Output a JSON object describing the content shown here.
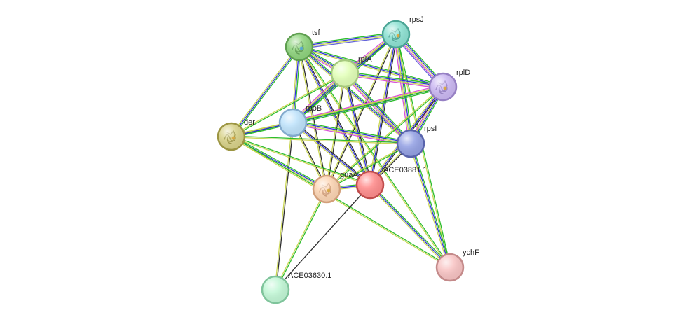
{
  "network": {
    "nodes": [
      {
        "id": "tsf",
        "label": "tsf",
        "fill": "#8fd47e",
        "stroke": "#5e9e4f",
        "has_structure": true
      },
      {
        "id": "rpsJ",
        "label": "rpsJ",
        "fill": "#8ee2d3",
        "stroke": "#4aa595",
        "has_structure": true
      },
      {
        "id": "rplA",
        "label": "rplA",
        "fill": "#e2ffb8",
        "stroke": "#a6c97e",
        "has_structure": false
      },
      {
        "id": "rplD",
        "label": "rplD",
        "fill": "#cbb8f2",
        "stroke": "#9680c4",
        "has_structure": true
      },
      {
        "id": "rpoB",
        "label": "rpoB",
        "fill": "#bfe3fb",
        "stroke": "#82aacd",
        "has_structure": false
      },
      {
        "id": "der",
        "label": "der",
        "fill": "#d8d28a",
        "stroke": "#9c9542",
        "has_structure": true
      },
      {
        "id": "rpsI",
        "label": "rpsI",
        "fill": "#95a2e4",
        "stroke": "#5964ac",
        "has_structure": false
      },
      {
        "id": "guaA",
        "label": "guaA",
        "fill": "#fcd5b4",
        "stroke": "#d39f7a",
        "has_structure": true
      },
      {
        "id": "ACE03881",
        "label": "ACE03881.1",
        "fill": "#ff8d8d",
        "stroke": "#c04c4c",
        "has_structure": false
      },
      {
        "id": "ychF",
        "label": "ychF",
        "fill": "#f8c4c4",
        "stroke": "#c48a8a",
        "has_structure": false
      },
      {
        "id": "ACE03630",
        "label": "ACE03630.1",
        "fill": "#c2f7d6",
        "stroke": "#7fc49b",
        "has_structure": false
      }
    ],
    "evidence_colors": {
      "textmining": "#c7d44b",
      "coexpression": "#222222",
      "database": "#2828d8",
      "experiments": "#d649d6",
      "neighborhood": "#22b922",
      "fusion": "#3c8c8c",
      "cooccurrence": "#5c5cd8"
    },
    "edges": [
      {
        "a": "tsf",
        "b": "rpsJ",
        "ev": [
          "neighborhood",
          "database",
          "textmining",
          "cooccurrence"
        ]
      },
      {
        "a": "tsf",
        "b": "rplA",
        "ev": [
          "neighborhood",
          "database",
          "textmining",
          "experiments"
        ]
      },
      {
        "a": "tsf",
        "b": "rplD",
        "ev": [
          "neighborhood",
          "database",
          "textmining"
        ]
      },
      {
        "a": "tsf",
        "b": "rpoB",
        "ev": [
          "neighborhood",
          "database",
          "textmining"
        ]
      },
      {
        "a": "tsf",
        "b": "der",
        "ev": [
          "neighborhood",
          "database",
          "textmining"
        ]
      },
      {
        "a": "tsf",
        "b": "rpsI",
        "ev": [
          "neighborhood",
          "database",
          "textmining"
        ]
      },
      {
        "a": "tsf",
        "b": "guaA",
        "ev": [
          "coexpression",
          "textmining"
        ]
      },
      {
        "a": "tsf",
        "b": "ACE03881",
        "ev": [
          "coexpression",
          "database",
          "textmining"
        ]
      },
      {
        "a": "tsf",
        "b": "ychF",
        "ev": [
          "neighborhood",
          "textmining"
        ]
      },
      {
        "a": "rpsJ",
        "b": "rplA",
        "ev": [
          "neighborhood",
          "database",
          "textmining",
          "experiments"
        ]
      },
      {
        "a": "rpsJ",
        "b": "rplD",
        "ev": [
          "neighborhood",
          "database",
          "textmining",
          "experiments",
          "cooccurrence"
        ]
      },
      {
        "a": "rpsJ",
        "b": "rpoB",
        "ev": [
          "neighborhood",
          "database",
          "textmining"
        ]
      },
      {
        "a": "rpsJ",
        "b": "rpsI",
        "ev": [
          "neighborhood",
          "database",
          "textmining",
          "experiments"
        ]
      },
      {
        "a": "rpsJ",
        "b": "guaA",
        "ev": [
          "coexpression",
          "textmining"
        ]
      },
      {
        "a": "rpsJ",
        "b": "ACE03881",
        "ev": [
          "coexpression",
          "database",
          "textmining"
        ]
      },
      {
        "a": "rpsJ",
        "b": "ychF",
        "ev": [
          "neighborhood",
          "textmining"
        ]
      },
      {
        "a": "rplA",
        "b": "rplD",
        "ev": [
          "neighborhood",
          "database",
          "textmining",
          "experiments"
        ]
      },
      {
        "a": "rplA",
        "b": "rpoB",
        "ev": [
          "neighborhood",
          "database",
          "textmining",
          "experiments"
        ]
      },
      {
        "a": "rplA",
        "b": "der",
        "ev": [
          "neighborhood",
          "textmining"
        ]
      },
      {
        "a": "rplA",
        "b": "rpsI",
        "ev": [
          "neighborhood",
          "database",
          "textmining",
          "experiments"
        ]
      },
      {
        "a": "rplA",
        "b": "guaA",
        "ev": [
          "coexpression",
          "textmining"
        ]
      },
      {
        "a": "rplA",
        "b": "ACE03881",
        "ev": [
          "coexpression",
          "database",
          "textmining"
        ]
      },
      {
        "a": "rplD",
        "b": "rpoB",
        "ev": [
          "neighborhood",
          "database",
          "textmining",
          "experiments"
        ]
      },
      {
        "a": "rplD",
        "b": "der",
        "ev": [
          "neighborhood",
          "textmining"
        ]
      },
      {
        "a": "rplD",
        "b": "rpsI",
        "ev": [
          "neighborhood",
          "database",
          "textmining",
          "experiments"
        ]
      },
      {
        "a": "rplD",
        "b": "guaA",
        "ev": [
          "neighborhood",
          "textmining"
        ]
      },
      {
        "a": "rplD",
        "b": "ACE03881",
        "ev": [
          "coexpression",
          "database",
          "textmining"
        ]
      },
      {
        "a": "rpoB",
        "b": "der",
        "ev": [
          "neighborhood",
          "database",
          "textmining"
        ]
      },
      {
        "a": "rpoB",
        "b": "rpsI",
        "ev": [
          "neighborhood",
          "database",
          "textmining",
          "experiments"
        ]
      },
      {
        "a": "rpoB",
        "b": "guaA",
        "ev": [
          "coexpression",
          "textmining"
        ]
      },
      {
        "a": "rpoB",
        "b": "ACE03881",
        "ev": [
          "coexpression",
          "database",
          "textmining"
        ]
      },
      {
        "a": "rpoB",
        "b": "ACE03630",
        "ev": [
          "coexpression",
          "textmining"
        ]
      },
      {
        "a": "der",
        "b": "rpsI",
        "ev": [
          "neighborhood",
          "textmining"
        ]
      },
      {
        "a": "der",
        "b": "guaA",
        "ev": [
          "neighborhood",
          "database",
          "textmining"
        ]
      },
      {
        "a": "der",
        "b": "ACE03881",
        "ev": [
          "neighborhood",
          "textmining"
        ]
      },
      {
        "a": "der",
        "b": "ychF",
        "ev": [
          "neighborhood",
          "textmining"
        ]
      },
      {
        "a": "rpsI",
        "b": "guaA",
        "ev": [
          "neighborhood",
          "textmining"
        ]
      },
      {
        "a": "rpsI",
        "b": "ACE03881",
        "ev": [
          "coexpression",
          "textmining"
        ]
      },
      {
        "a": "rpsI",
        "b": "ychF",
        "ev": [
          "neighborhood",
          "database",
          "textmining"
        ]
      },
      {
        "a": "guaA",
        "b": "ACE03881",
        "ev": [
          "neighborhood",
          "database",
          "textmining"
        ]
      },
      {
        "a": "guaA",
        "b": "ACE03630",
        "ev": [
          "neighborhood",
          "textmining"
        ]
      },
      {
        "a": "ACE03881",
        "b": "ychF",
        "ev": [
          "neighborhood",
          "database",
          "textmining"
        ]
      },
      {
        "a": "ACE03881",
        "b": "ACE03630",
        "ev": [
          "coexpression"
        ]
      }
    ]
  }
}
